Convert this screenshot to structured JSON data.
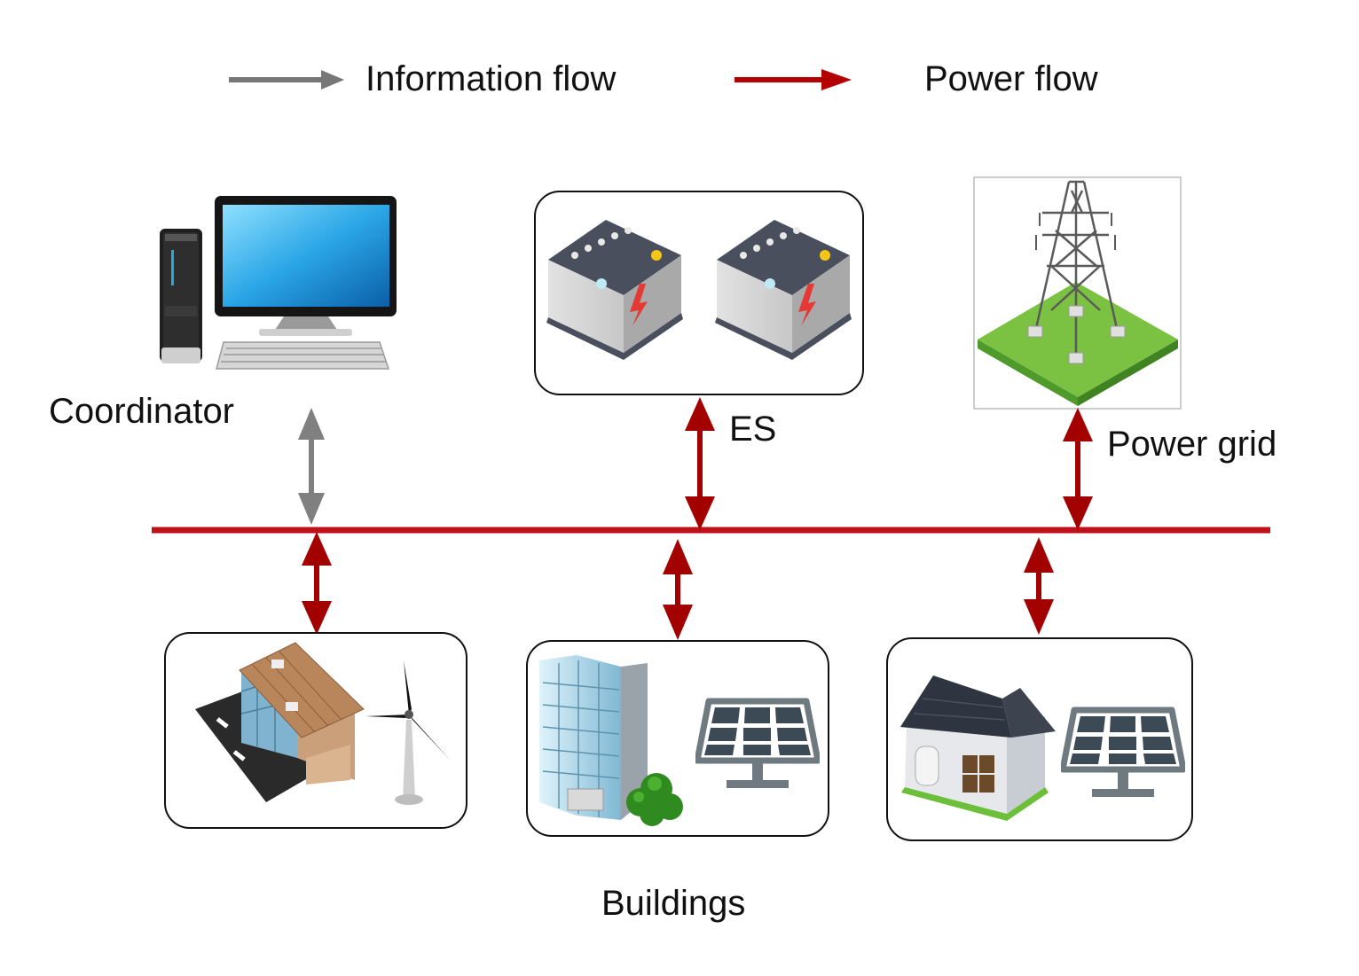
{
  "legend": {
    "information_flow": {
      "label": "Information flow",
      "color": "#777777"
    },
    "power_flow": {
      "label": "Power flow",
      "color": "#b30000"
    }
  },
  "labels": {
    "coordinator": "Coordinator",
    "es": "ES",
    "power_grid": "Power grid",
    "buildings": "Buildings"
  },
  "colors": {
    "bus": "#c0101a",
    "power_arrow": "#a30000",
    "info_arrow": "#808080",
    "box_border": "#111111"
  },
  "icons": {
    "coordinator": "desktop-computer-icon",
    "es": "battery-icon",
    "power_grid": "transmission-tower-icon",
    "building_1": "warehouse-icon",
    "building_1_source": "wind-turbine-icon",
    "building_2": "office-tower-icon",
    "building_2_source": "solar-panel-icon",
    "building_3": "house-icon",
    "building_3_source": "solar-panel-icon"
  }
}
